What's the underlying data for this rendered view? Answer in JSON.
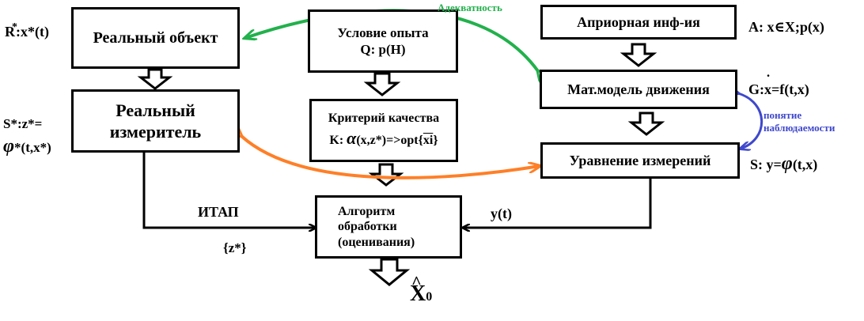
{
  "boxes": {
    "real_object": "Реальный объект",
    "real_meter_line1": "Реальный",
    "real_meter_line2": "измеритель",
    "experiment_line1": "Условие опыта",
    "experiment_line2": "Q: p(H)",
    "quality_line1": "Критерий качества",
    "quality_k": "K: ",
    "quality_rest": "(x,z*)=>opt{",
    "quality_xi": "xi",
    "quality_close": "}",
    "algorithm_line1": "Алгоритм",
    "algorithm_line2": "обработки",
    "algorithm_line3": "(оценивания)",
    "apriori": "Априорная инф-ия",
    "math_model": "Мат.модель движения",
    "measurement_eq": "Уравнение измерений"
  },
  "side_labels": {
    "r_prefix": "R",
    "r_suffix": ":x*(t)",
    "s_star_line1": "S*:z*=",
    "s_star_line2": "*(t,x*)",
    "a_prefix": "A: x",
    "a_suffix": "X;p(x)",
    "g_prefix": "G:",
    "g_x": "x",
    "g_suffix": "=f(t,x)",
    "s_prefix": "S: y=",
    "s_suffix": "(t,x)",
    "itap": "ИТАП",
    "z_star": "{z*}",
    "y_t": "y(t)",
    "x0_main": "X",
    "x0_sub": "0"
  },
  "arc_labels": {
    "adequacy": "Адекватность",
    "observability_line1": "понятие",
    "observability_line2": "наблюдаемости"
  },
  "colors": {
    "adequacy_arc": "#22b14c",
    "orange_arc": "#ff7f27",
    "observability_arc": "#3f48cc"
  }
}
